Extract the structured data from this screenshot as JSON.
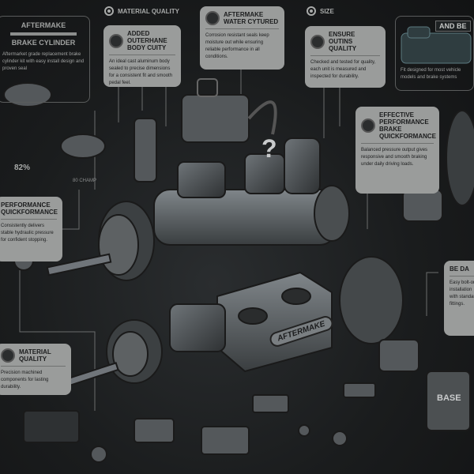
{
  "infographic": {
    "header_panel": {
      "title": "AFTERMAKE",
      "subtitle": "BRAKE CYLINDER",
      "text": "Aftermarket grade replacement brake cylinder kit with easy install design and proven seal"
    },
    "material_quality_label": "MATERIAL QUALITY",
    "size_label": "SIZE",
    "callouts": [
      {
        "title": "ADDED OUTERHANE BODY CUITY",
        "text": "An ideal cast aluminum body sealed to precise dimensions for a consistent fit and smooth pedal feel."
      },
      {
        "title": "AFTERMAKE WATER CYTURED",
        "text": "Corrosion resistant seals keep moisture out while ensuring reliable performance in all conditions."
      },
      {
        "title": "ENSURE OUTINS QUALITY",
        "text": "Checked and tested for quality, each unit is measured and inspected for durability."
      },
      {
        "title": "EFFECTIVE PERFORMANCE BRAKE QUICKFORMANCE",
        "text": "Balanced pressure output gives responsive and smooth braking under daily driving loads."
      },
      {
        "title": "PERFORMANCE QUICKFORMANCE",
        "text": "Consistently delivers stable hydraulic pressure for confident stopping."
      },
      {
        "title": "MATERIAL QUALITY",
        "text": "Precision machined components for lasting durability."
      },
      {
        "title": "BE DA",
        "text": "Easy bolt-on installation with standard fittings."
      }
    ],
    "right_panel": {
      "title": "AND BE",
      "text": "Fit designed for most vehicle models and brake systems"
    },
    "percent_badge": "82%",
    "small_label": "80 CHAMP",
    "product_label": "AFTERMAKE",
    "box_label": "BASE",
    "question_mark": "?"
  },
  "colors": {
    "background": "#161819",
    "callout": "#9a9c9b",
    "metal": "#5c6062"
  }
}
